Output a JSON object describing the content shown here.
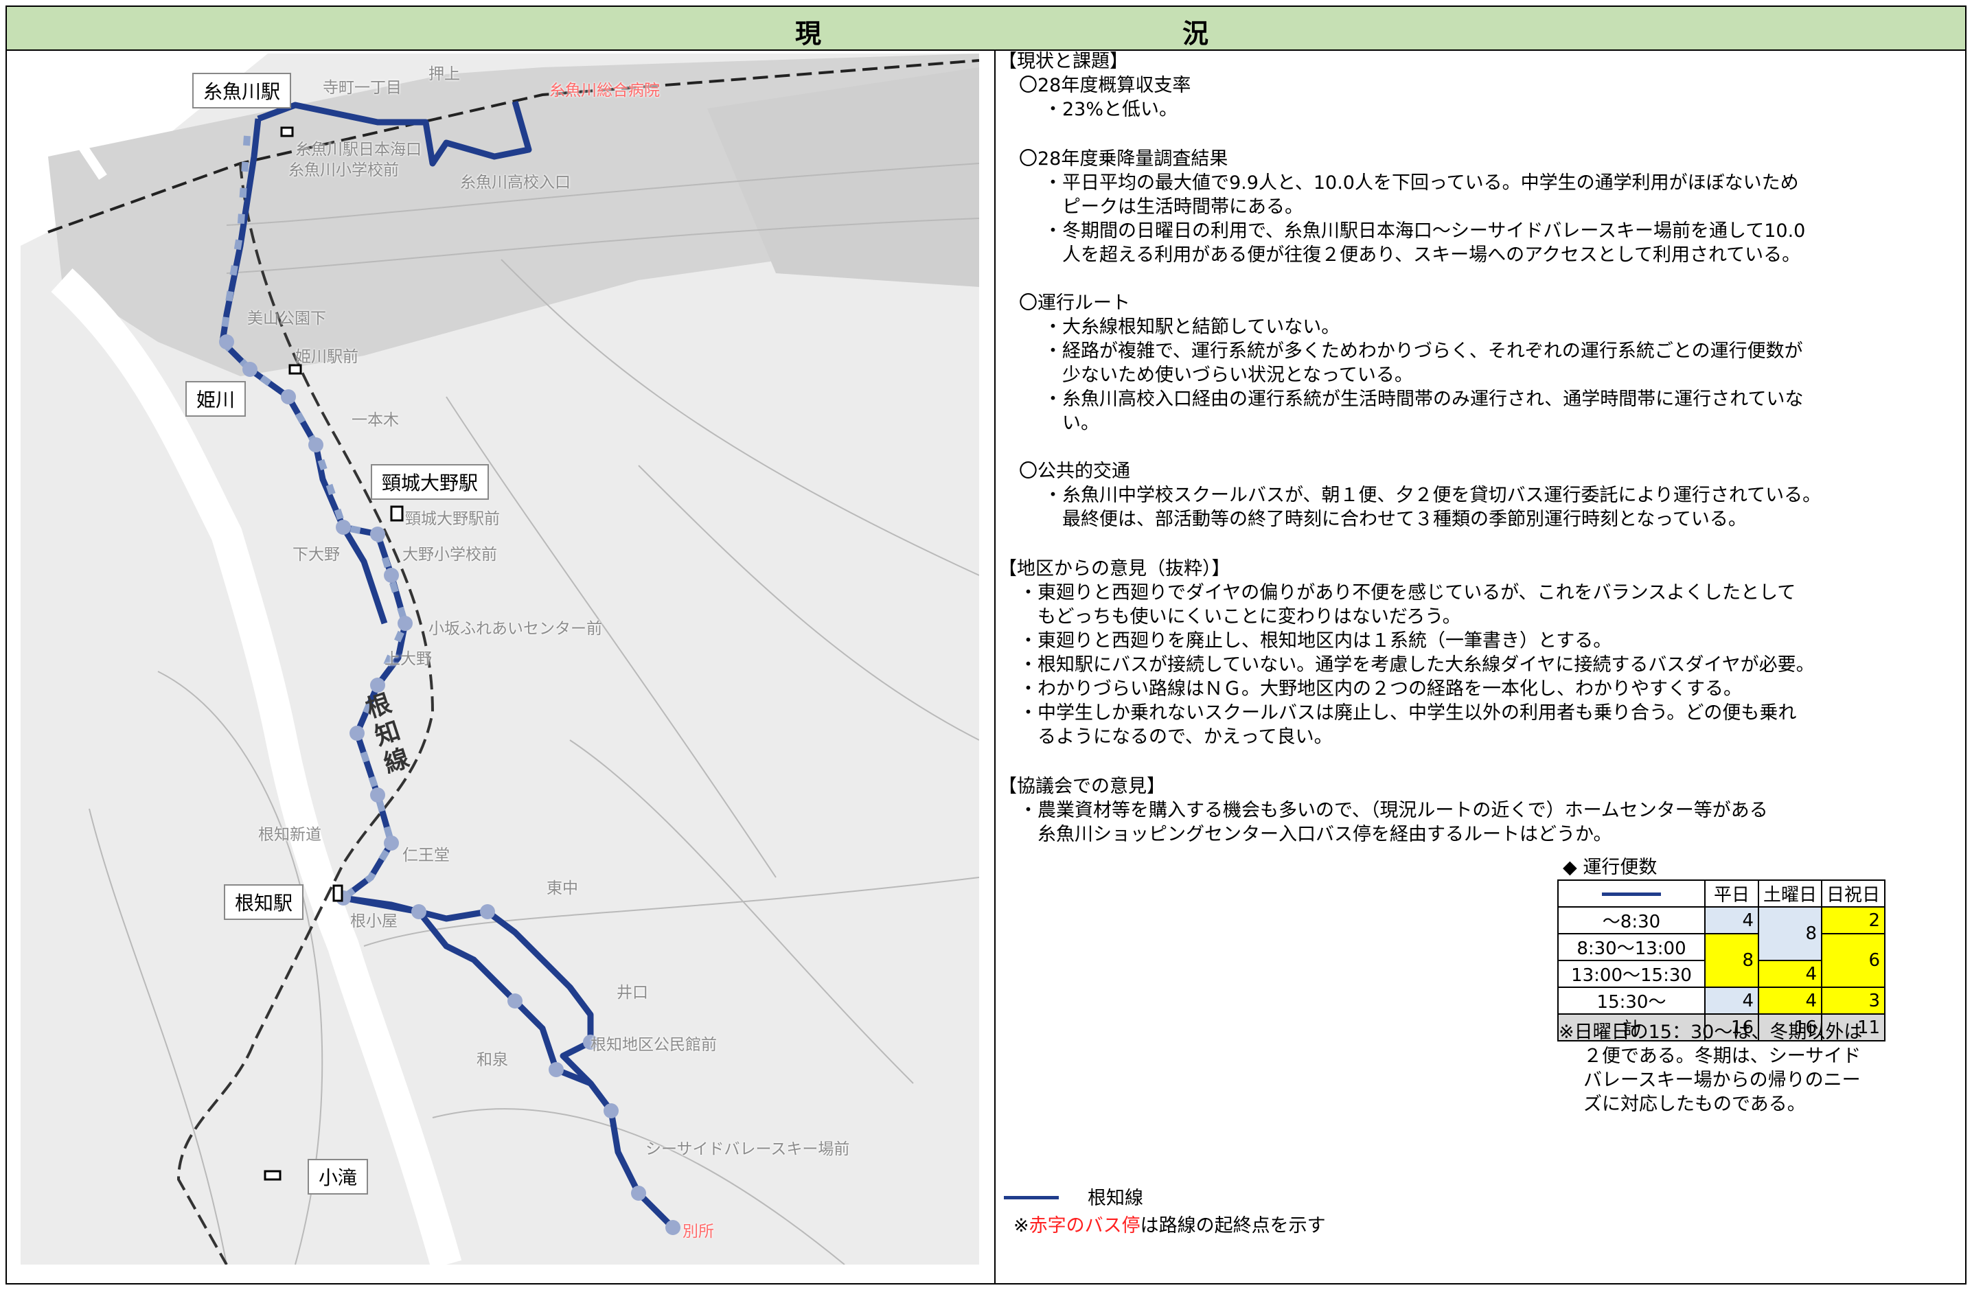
{
  "header": {
    "left_char": "現",
    "right_char": "況"
  },
  "map": {
    "labels": {
      "itoigawa_station": "糸魚川駅",
      "himekawa": "姫川",
      "kubiki_ono_station": "頸城大野駅",
      "nechi_station": "根知駅",
      "kotaki": "小滝",
      "nechi_line": "根知線"
    },
    "stops": [
      {
        "id": "s1",
        "name": "寺町一丁目"
      },
      {
        "id": "s2",
        "name": "押上"
      },
      {
        "id": "s3",
        "name": "糸魚川総合病院",
        "red": true
      },
      {
        "id": "s4",
        "name": "糸魚川駅日本海口"
      },
      {
        "id": "s5",
        "name": "糸魚川小学校前"
      },
      {
        "id": "s6",
        "name": "糸魚川高校入口"
      },
      {
        "id": "s7",
        "name": "美山公園下"
      },
      {
        "id": "s8",
        "name": "姫川駅前"
      },
      {
        "id": "s9",
        "name": "一本木"
      },
      {
        "id": "s10",
        "name": "頸城大野駅前"
      },
      {
        "id": "s11",
        "name": "下大野"
      },
      {
        "id": "s12",
        "name": "大野小学校前"
      },
      {
        "id": "s13",
        "name": "小坂ふれあいセンター前"
      },
      {
        "id": "s14",
        "name": "上大野"
      },
      {
        "id": "s15",
        "name": "根知新道"
      },
      {
        "id": "s16",
        "name": "仁王堂"
      },
      {
        "id": "s17",
        "name": "東中"
      },
      {
        "id": "s18",
        "name": "根小屋"
      },
      {
        "id": "s19",
        "name": "井口"
      },
      {
        "id": "s20",
        "name": "和泉"
      },
      {
        "id": "s21",
        "name": "根知地区公民館前"
      },
      {
        "id": "s22",
        "name": "シーサイドバレースキー場前"
      },
      {
        "id": "s23",
        "name": "別所",
        "red": true
      }
    ]
  },
  "right": {
    "section1_title": "【現状と課題】",
    "s1_h1": "〇28年度概算収支率",
    "s1_b1": "・23%と低い。",
    "s1_h2": "〇28年度乗降量調査結果",
    "s1_b2_l1": "・平日平均の最大値で9.9人と、10.0人を下回っている。中学生の通学利用がほぼないため",
    "s1_b2_l2": "ピークは生活時間帯にある。",
    "s1_b3_l1": "・冬期間の日曜日の利用で、糸魚川駅日本海口～シーサイドバレースキー場前を通して10.0",
    "s1_b3_l2": "人を超える利用がある便が往復２便あり、スキー場へのアクセスとして利用されている。",
    "s1_h3": "〇運行ルート",
    "s1_b4": "・大糸線根知駅と結節していない。",
    "s1_b5_l1": "・経路が複雑で、運行系統が多くためわかりづらく、それぞれの運行系統ごとの運行便数が",
    "s1_b5_l2": "少ないため使いづらい状況となっている。",
    "s1_b6_l1": "・糸魚川高校入口経由の運行系統が生活時間帯のみ運行され、通学時間帯に運行されていな",
    "s1_b6_l2": "い。",
    "s1_h4": "〇公共的交通",
    "s1_b7_l1": "・糸魚川中学校スクールバスが、朝１便、夕２便を貸切バス運行委託により運行されている。",
    "s1_b7_l2": "最終便は、部活動等の終了時刻に合わせて３種類の季節別運行時刻となっている。",
    "section2_title": "【地区からの意見（抜粋）】",
    "s2_b1_l1": "・東廻りと西廻りでダイヤの偏りがあり不便を感じているが、これをバランスよくしたとして",
    "s2_b1_l2": "もどっちも使いにくいことに変わりはないだろう。",
    "s2_b2": "・東廻りと西廻りを廃止し、根知地区内は１系統（一筆書き）とする。",
    "s2_b3": "・根知駅にバスが接続していない。通学を考慮した大糸線ダイヤに接続するバスダイヤが必要。",
    "s2_b4": "・わかりづらい路線はＮＧ。大野地区内の２つの経路を一本化し、わかりやすくする。",
    "s2_b5_l1": "・中学生しか乗れないスクールバスは廃止し、中学生以外の利用者も乗り合う。どの便も乗れ",
    "s2_b5_l2": "るようになるので、かえって良い。",
    "section3_title": "【協議会での意見】",
    "s3_b1_l1": "・農業資材等を購入する機会も多いので、（現況ルートの近くで）ホームセンター等がある",
    "s3_b1_l2": "糸魚川ショッピングセンター入口バス停を経由するルートはどうか。",
    "table_title": "◆ 運行便数",
    "table": {
      "headers": [
        "平日",
        "土曜日",
        "日祝日"
      ],
      "rows": [
        {
          "label": "～8:30",
          "v1": "4",
          "v2": "8",
          "v3": "2"
        },
        {
          "label": "8:30～13:00",
          "v1": "8",
          "v2": "",
          "v3": "6"
        },
        {
          "label": "13:00～15:30",
          "v1": "",
          "v2": "4",
          "v3": ""
        },
        {
          "label": "15:30～",
          "v1": "4",
          "v2": "4",
          "v3": "3"
        },
        {
          "label": "計",
          "v1": "16",
          "v2": "16",
          "v3": "11"
        }
      ]
    },
    "note_l1": "※日曜日の15：30～は、冬期以外は",
    "note_l2": "２便である。冬期は、シーサイド",
    "note_l3": "バレースキー場からの帰りのニー",
    "note_l4": "ズに対応したものである。",
    "legend_label": "根知線",
    "footnote_prefix": "※",
    "footnote_red": "赤字のバス停",
    "footnote_suffix": "は路線の起終点を示す"
  },
  "colors": {
    "header_bg": "#c6e0b4",
    "route": "#203d8c",
    "red_stop": "#ff2020",
    "yellow": "#ffff00",
    "light_blue": "#dbe6f3"
  }
}
